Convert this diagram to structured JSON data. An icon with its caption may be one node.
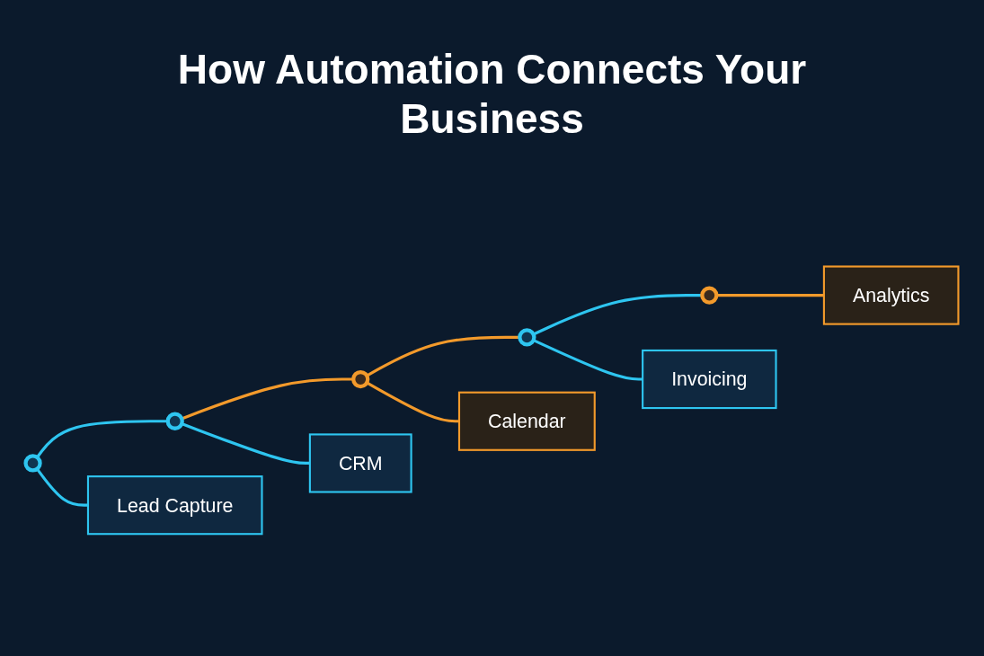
{
  "diagram": {
    "title": "How Automation Connects Your Business",
    "nodes": [
      {
        "text": [],
        "shape": "circle"
      },
      {
        "text": [],
        "shape": "circle"
      },
      {
        "text": [],
        "shape": "circle"
      },
      {
        "text": [],
        "shape": "circle"
      },
      {
        "text": [],
        "shape": "circle"
      },
      {
        "text": [
          "Lead Capture"
        ]
      },
      {
        "text": [
          "CRM"
        ]
      },
      {
        "text": [
          "Calendar"
        ]
      },
      {
        "text": [
          "Invoicing"
        ]
      },
      {
        "text": [
          "Analytics"
        ]
      }
    ],
    "edges": [
      {
        "from": 0,
        "to": 1,
        "arrow": "none"
      },
      {
        "from": 1,
        "to": 2,
        "arrow": "none",
        "color": "#f39a2b"
      },
      {
        "from": 2,
        "to": 3,
        "arrow": "none",
        "color": "#f39a2b"
      },
      {
        "from": 3,
        "to": 4,
        "arrow": "none"
      },
      {
        "from": 0,
        "to": 5,
        "arrow": "none"
      },
      {
        "from": 1,
        "to": 6,
        "arrow": "none"
      },
      {
        "from": 2,
        "to": 7,
        "arrow": "none",
        "color": "#f39a2b"
      },
      {
        "from": 3,
        "to": 8,
        "arrow": "none"
      },
      {
        "from": 4,
        "to": 9,
        "arrow": "none",
        "color": "#f39a2b"
      }
    ]
  }
}
